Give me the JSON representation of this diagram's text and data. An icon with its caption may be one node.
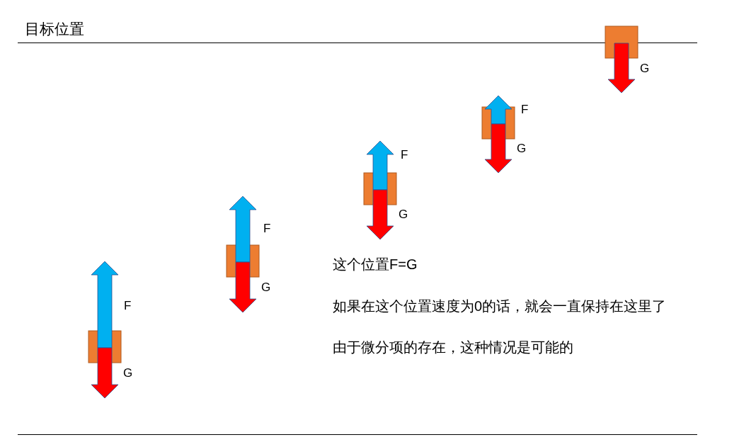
{
  "diagram": {
    "labels": [
      "目标位置",
      "G",
      "F",
      "G",
      "F",
      "G",
      "F",
      "G",
      "F",
      "G",
      "这个位置F=G",
      "如果在这个位置速度为0的话，就会一直保持在这里了",
      "由于微分项的存在，这种情况是可能的"
    ]
  }
}
